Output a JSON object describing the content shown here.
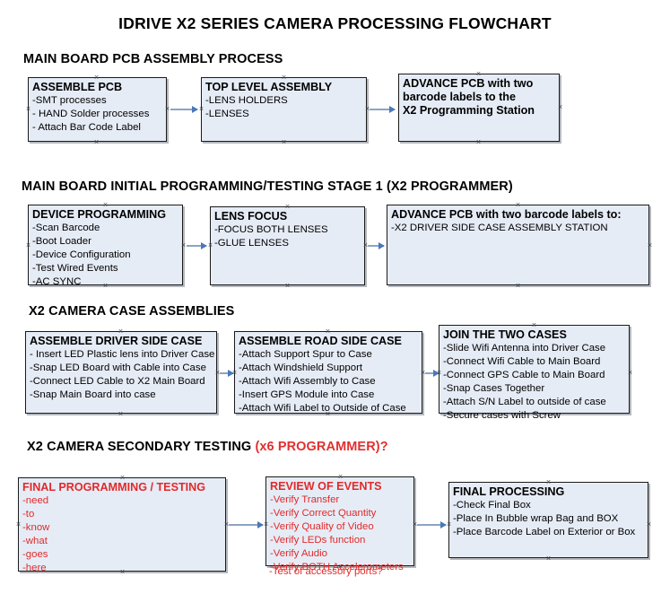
{
  "document": {
    "title": "IDRIVE X2  SERIES CAMERA PROCESSING FLOWCHART",
    "accent_color": "#e02a2a",
    "node_fill": "#e6ecf6",
    "node_border": "#1a1a1a",
    "connector_color": "#8ba4c4"
  },
  "sections": [
    {
      "id": "pcb-assembly",
      "title": "MAIN BOARD PCB ASSEMBLY PROCESS",
      "title_accent": "",
      "nodes": [
        {
          "id": "assemble-pcb",
          "title": "ASSEMBLE PCB",
          "lines": [
            "-SMT processes",
            "- HAND Solder processes",
            "- Attach Bar Code Label"
          ]
        },
        {
          "id": "top-level-assembly",
          "title": "TOP LEVEL ASSEMBLY",
          "lines": [
            "-LENS HOLDERS",
            "-LENSES"
          ]
        },
        {
          "id": "advance-pcb-station",
          "title": "ADVANCE PCB with two",
          "lines": [
            "barcode labels to the",
            " X2 Programming Station"
          ]
        }
      ]
    },
    {
      "id": "initial-programming",
      "title": "MAIN BOARD INITIAL PROGRAMMING/TESTING STAGE 1 (X2 PROGRAMMER)",
      "title_accent": "",
      "nodes": [
        {
          "id": "device-programming",
          "title": "DEVICE PROGRAMMING",
          "lines": [
            "-Scan Barcode",
            "-Boot Loader",
            "-Device Configuration",
            "-Test Wired Events",
            "-AC SYNC"
          ]
        },
        {
          "id": "lens-focus",
          "title": "LENS FOCUS",
          "lines": [
            "-FOCUS BOTH LENSES",
            "-GLUE LENSES"
          ]
        },
        {
          "id": "advance-pcb-driver-side",
          "title": "ADVANCE PCB with two barcode labels to:",
          "lines": [
            "-X2 DRIVER  SIDE  CASE  ASSEMBLY STATION"
          ]
        }
      ]
    },
    {
      "id": "case-assemblies",
      "title": "X2 CAMERA CASE ASSEMBLIES",
      "title_accent": "",
      "nodes": [
        {
          "id": "assemble-driver-side-case",
          "title": "ASSEMBLE DRIVER SIDE CASE",
          "lines": [
            "- Insert LED Plastic lens into Driver Case",
            "-Snap LED Board with Cable into Case",
            "-Connect LED Cable to X2 Main Board",
            "-Snap Main Board into case"
          ]
        },
        {
          "id": "assemble-road-side-case",
          "title": "ASSEMBLE ROAD SIDE CASE",
          "lines": [
            "-Attach Support Spur to Case",
            "-Attach Windshield Support",
            "-Attach Wifi Assembly to Case",
            "-Insert GPS Module into Case",
            "-Attach Wifi Label to Outside of Case"
          ]
        },
        {
          "id": "join-the-two-cases",
          "title": "JOIN THE TWO CASES",
          "lines": [
            "-Slide Wifi Antenna into Driver Case",
            "-Connect Wifi Cable to Main Board",
            "-Connect GPS Cable to Main Board",
            "-Snap Cases Together",
            "-Attach S/N Label to outside of case",
            "-Secure cases with Screw"
          ]
        }
      ]
    },
    {
      "id": "secondary-testing",
      "title": "X2 CAMERA SECONDARY TESTING ",
      "title_accent": "(x6 PROGRAMMER)?",
      "nodes": [
        {
          "id": "final-programming-testing",
          "title": "FINAL PROGRAMMING / TESTING",
          "red": true,
          "lines": [
            "-need",
            "-to",
            "-know",
            "-what",
            "-goes",
            "-here"
          ]
        },
        {
          "id": "review-of-events",
          "title": "REVIEW OF EVENTS",
          "red": true,
          "lines": [
            "-Verify Transfer",
            "-Verify Correct Quantity",
            "-Verify Quality of Video",
            "-Verify LEDs function",
            "-Verify Audio",
            "-Verify BOTH Accelerometers"
          ],
          "overflow_line": "-Test of accessory ports?"
        },
        {
          "id": "final-processing",
          "title": "FINAL PROCESSING",
          "lines": [
            " -Check Final Box",
            "-Place In Bubble wrap Bag and BOX",
            "-Place Barcode Label on Exterior or Box"
          ]
        }
      ]
    }
  ]
}
